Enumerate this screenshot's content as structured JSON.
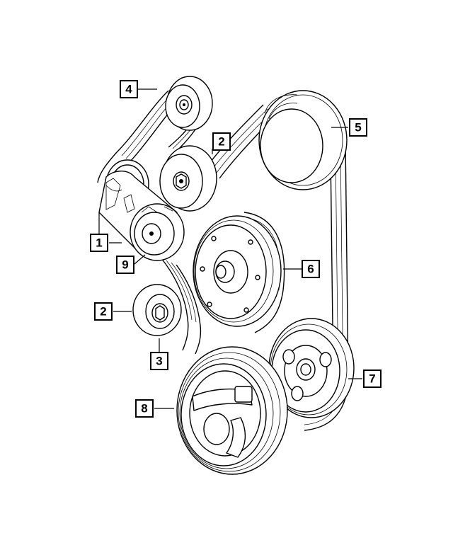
{
  "callouts": [
    {
      "id": "c1",
      "label": "1"
    },
    {
      "id": "c2a",
      "label": "2"
    },
    {
      "id": "c2b",
      "label": "2"
    },
    {
      "id": "c3",
      "label": "3"
    },
    {
      "id": "c4",
      "label": "4"
    },
    {
      "id": "c5",
      "label": "5"
    },
    {
      "id": "c6",
      "label": "6"
    },
    {
      "id": "c7",
      "label": "7"
    },
    {
      "id": "c8",
      "label": "8"
    },
    {
      "id": "c9",
      "label": "9"
    }
  ],
  "colors": {
    "ink": "#000000",
    "paper": "#ffffff"
  }
}
